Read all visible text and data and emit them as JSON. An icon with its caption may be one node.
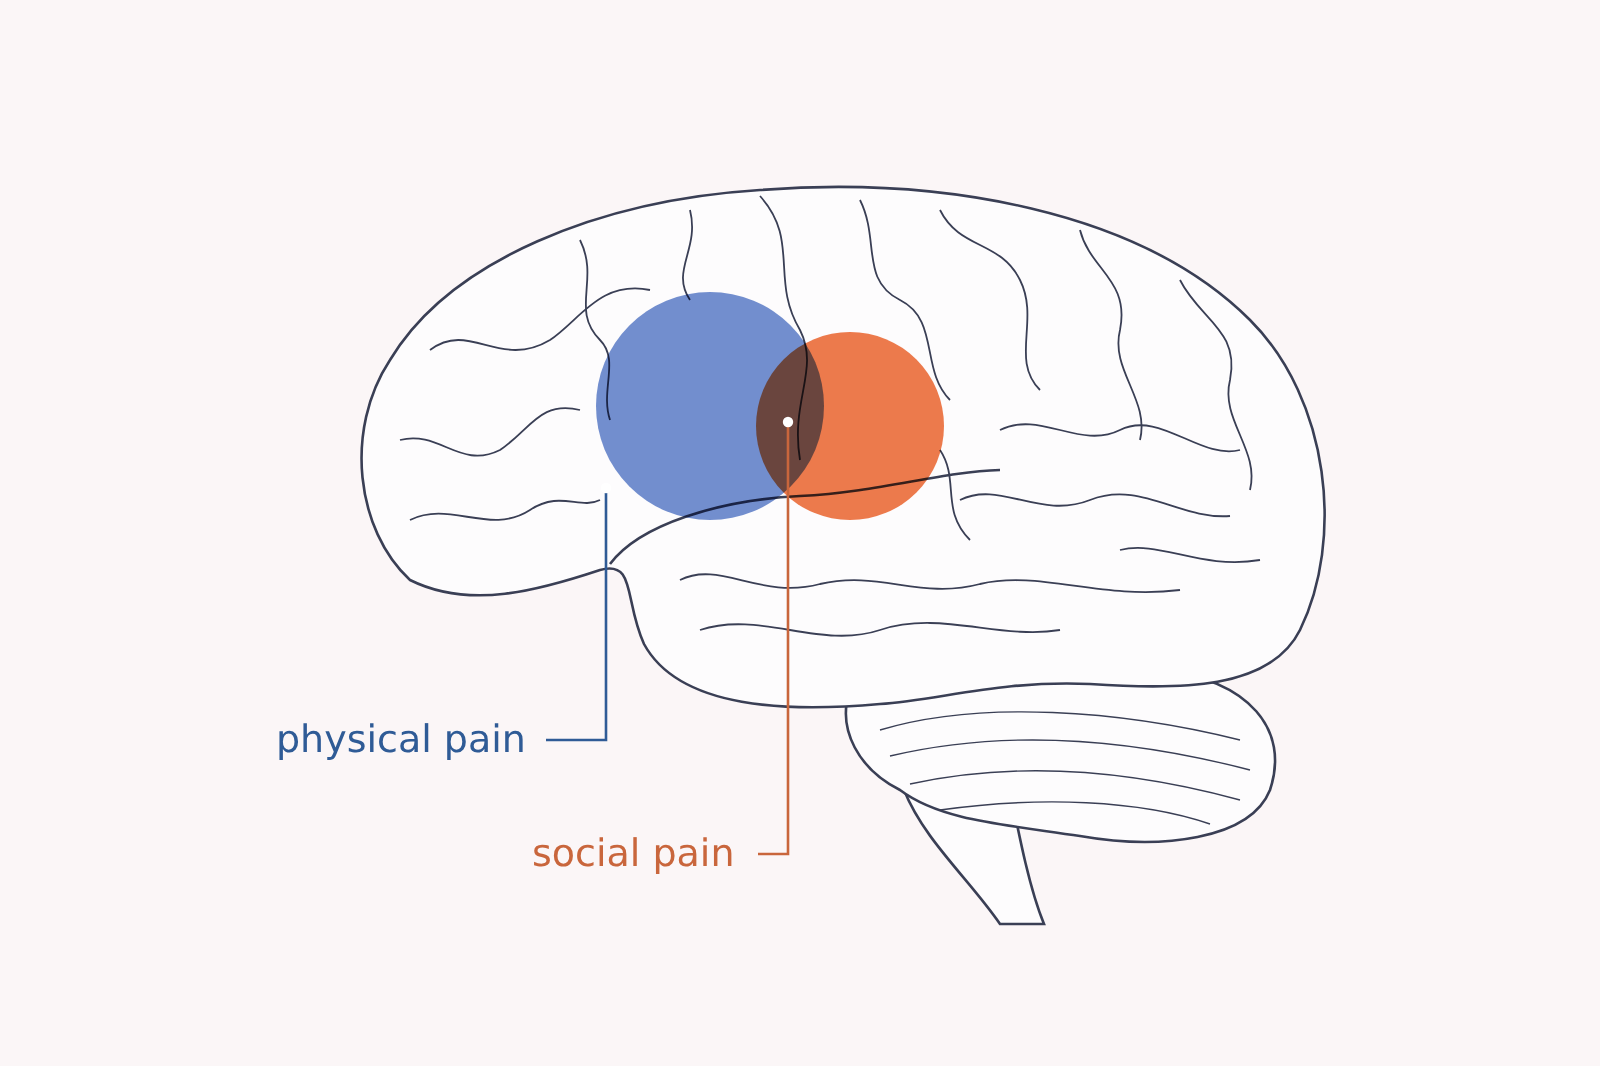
{
  "diagram": {
    "nodes": [
      {
        "text": [
          "physical pain"
        ]
      },
      {
        "text": [],
        "shape": "circle"
      },
      {
        "text": [
          "social pain"
        ]
      },
      {
        "text": [],
        "shape": "circle"
      }
    ],
    "edges": [
      {
        "from": 0,
        "to": 1,
        "arrow": "other",
        "color": "#2f5b96"
      },
      {
        "from": 2,
        "to": 3,
        "arrow": "other",
        "color": "#c9663c"
      }
    ]
  }
}
